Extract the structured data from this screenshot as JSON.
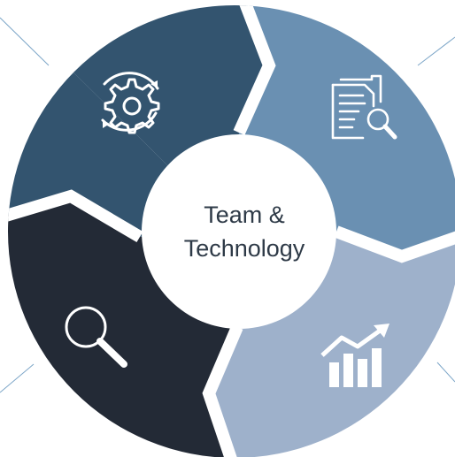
{
  "diagram": {
    "center": {
      "line1": "Team &",
      "line2": "Technology"
    },
    "colors": {
      "segment_top_left": "#33546f",
      "segment_top_right": "#6a90b2",
      "segment_bottom_right": "#9eb1cb",
      "segment_bottom_left": "#232a36",
      "center_fill": "#ffffff",
      "separator": "#ffffff",
      "guide_line": "#7da6c8",
      "center_text": "#2e3a47"
    },
    "segments": [
      {
        "position": "top-left",
        "icon": "gear-cycle-icon"
      },
      {
        "position": "top-right",
        "icon": "document-search-icon"
      },
      {
        "position": "bottom-right",
        "icon": "growth-chart-icon"
      },
      {
        "position": "bottom-left",
        "icon": "magnifier-icon"
      }
    ]
  }
}
